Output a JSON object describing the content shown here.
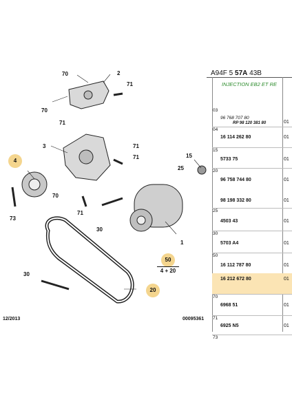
{
  "diagram": {
    "callouts": {
      "c70a": "70",
      "c2": "2",
      "c71a": "71",
      "c70b": "70",
      "c71b": "71",
      "c3": "3",
      "c71c": "71",
      "c71d": "71",
      "c15": "15",
      "c25": "25",
      "c70c": "70",
      "c73": "73",
      "c71e": "71",
      "c30a": "30",
      "c1": "1",
      "c30b": "30"
    },
    "bubbles": {
      "b4": "4",
      "b50": "50",
      "b20": "20"
    },
    "qty_label": "4 + 20",
    "footer_date": "12/2013",
    "footer_ref": "00095361",
    "colors": {
      "bubble": "#f4d58e",
      "highlight": "#fbe4b4",
      "subtitle": "#2a8a2a"
    }
  },
  "panel": {
    "ref_prefix": "A94F 5",
    "ref_bold": "57A",
    "ref_suffix": "43B",
    "subtitle": "INJECTION EB2 ET RE",
    "rows": [
      {
        "num": "03",
        "part": "96 768 707 80",
        "sub": "RP 98 120 381 80",
        "qty": "01"
      },
      {
        "num": "04",
        "part": "16 114 262 80",
        "sub": "",
        "qty": "01"
      },
      {
        "num": "15",
        "part": "5733 75",
        "sub": "",
        "qty": "01"
      },
      {
        "num": "20",
        "part": "96 758 744 80",
        "sub": "",
        "qty": "01"
      },
      {
        "num": "",
        "part": "98 198 332 80",
        "sub": "",
        "qty": "01"
      },
      {
        "num": "25",
        "part": "4503 43",
        "sub": "",
        "qty": "01"
      },
      {
        "num": "30",
        "part": "5703 A4",
        "sub": "",
        "qty": "01"
      },
      {
        "num": "50",
        "part": "16 112 787 80",
        "sub": "",
        "qty": "01"
      },
      {
        "num": "",
        "part": "16 212 672 80",
        "sub": "",
        "qty": "01"
      },
      {
        "num": "70",
        "part": "6968 51",
        "sub": "",
        "qty": "01"
      },
      {
        "num": "71",
        "part": "6925 N5",
        "sub": "",
        "qty": "01"
      },
      {
        "num": "73",
        "part": "",
        "sub": "",
        "qty": ""
      }
    ]
  }
}
